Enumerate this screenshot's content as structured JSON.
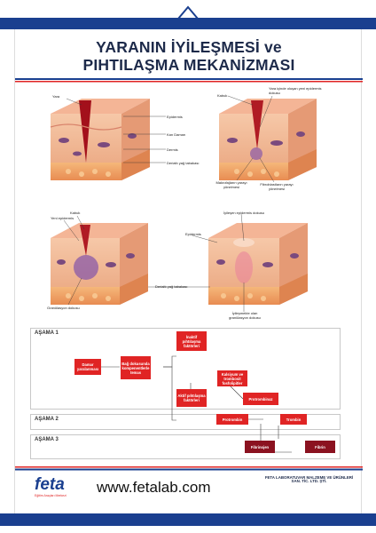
{
  "title": {
    "line1": "YARANIN İYİLEŞMESİ ve",
    "line2": "PIHTILAŞMA MEKANİZMASI"
  },
  "panel1": {
    "labels": [
      "Yara",
      "Epidermis",
      "Kan Damarı",
      "Dermis",
      "Derialtı yağ tabakası"
    ]
  },
  "panel2": {
    "labels": [
      "Kabuk",
      "Yara içinde oluşan yeni epidermis dokusu",
      "Makrofajların yarayı yönelmesi",
      "Fibroblastların yarayı yönelmesi"
    ]
  },
  "panel3": {
    "labels": [
      "Kabuk",
      "Yeni epidermis",
      "Granülasyon dokusu"
    ]
  },
  "panel4": {
    "labels": [
      "İyileşen epidermis dokusu",
      "Epidermis",
      "Derialtı yağ tabakası",
      "İyileşmekte olan granülasyon dokusu"
    ]
  },
  "stages": {
    "s1": "AŞAMA 1",
    "s2": "AŞAMA 2",
    "s3": "AŞAMA 3",
    "boxes": {
      "damar": "Damar yaralanması",
      "bag": "Bağ dokusunda kompenentlerle temas",
      "inaktif": "İnaktif pıhtılaşma faktörleri",
      "kalsiyum": "Kalsiyum ve trombosit fosfolipitler",
      "aktif": "Aktif pıhtılaşma faktörleri",
      "protrombinaz": "Protrombinaz",
      "protrombin": "Protrombin",
      "trombin": "Trombin",
      "fibrinojen": "Fibrinojen",
      "fibrin": "Fibrin"
    }
  },
  "footer": {
    "logo_text": "feta",
    "logo_tagline": "Eğitim Araçları Merkezi",
    "url": "www.fetalab.com",
    "company_name": "FETA LABORATUVAR MALZEME VE ÜRÜNLERİ SAN. TİC. LTD. ŞTİ."
  },
  "colors": {
    "bar": "#1a3f8f",
    "box_red": "#e02424",
    "box_dark": "#8b1220",
    "skin": "#f1b592"
  }
}
